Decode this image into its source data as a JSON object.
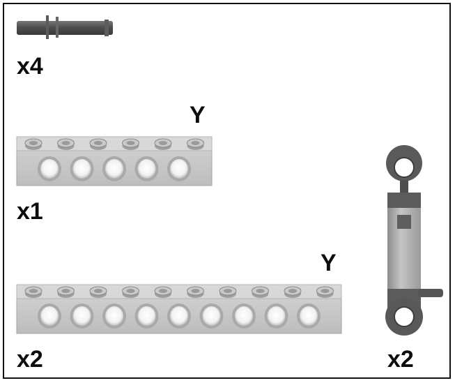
{
  "parts": [
    {
      "name": "axle-pin",
      "quantity": "x4"
    },
    {
      "name": "technic-beam-6",
      "quantity": "x1",
      "mark": "Y"
    },
    {
      "name": "technic-beam-10",
      "quantity": "x2",
      "mark": "Y"
    },
    {
      "name": "pneumatic-cylinder",
      "quantity": "x2"
    }
  ],
  "colors": {
    "border": "#111111",
    "brick": "#c8c8c8",
    "brick_dark": "#8f8f8f",
    "stud": "#a8a8a8",
    "hole": "#ffffff",
    "axle": "#555555",
    "cylinder_dark": "#4e4e4e",
    "cylinder_body": "#b0b0b0"
  }
}
